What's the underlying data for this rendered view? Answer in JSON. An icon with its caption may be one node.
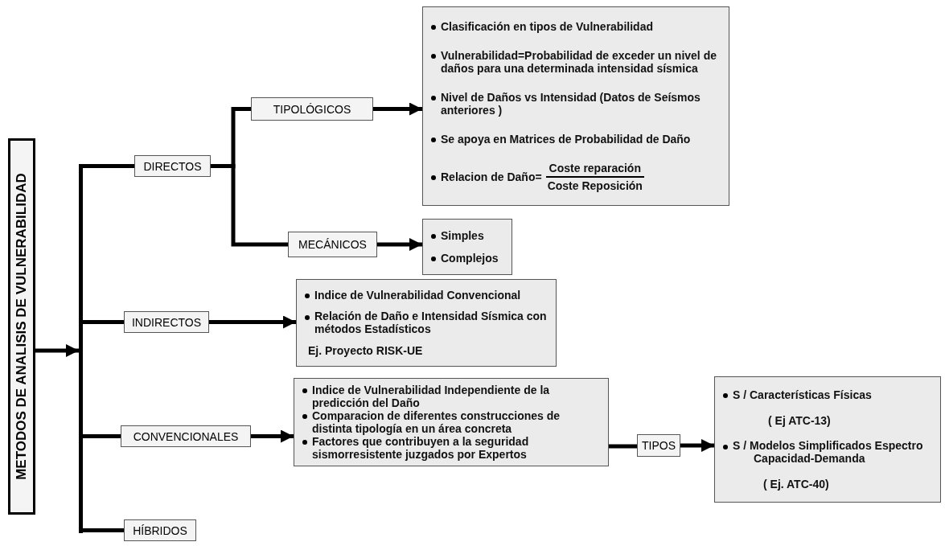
{
  "diagram": {
    "nodes": [
      {
        "text": [
          "METODOS DE ANALISIS DE VULNERABILIDAD"
        ]
      },
      {
        "text": [],
        "shape": "bar"
      },
      {
        "text": [
          "DIRECTOS"
        ]
      },
      {
        "text": [
          "TIPOLÓGICOS"
        ]
      },
      {
        "text": [
          "Clasificación en tipos de Vulnerabilidad",
          "Vulnerabilidad=Probabilidad de exceder un nivel de daños para una determinada intensidad sísmica",
          "Nivel de Daños vs Intensidad (Datos de Seísmos anteriores )",
          "Se apoya en Matrices de Probabilidad de Daño",
          "Relacion de Daño=",
          "Coste reparación",
          "Coste Reposición"
        ]
      },
      {
        "text": [
          "MECÁNICOS"
        ]
      },
      {
        "text": [
          "Simples",
          "Complejos"
        ]
      },
      {
        "text": [
          "INDIRECTOS"
        ]
      },
      {
        "text": [
          "Indice de Vulnerabilidad Convencional",
          "Relación de Daño e Intensidad Sísmica con métodos Estadísticos",
          "Ej. Proyecto RISK-UE"
        ]
      },
      {
        "text": [
          "CONVENCIONALES"
        ]
      },
      {
        "text": [
          "Indice de Vulnerabilidad Independiente de la predicción del Daño",
          "Comparacion de diferentes construcciones de distinta tipología en un área concreta",
          "Factores que contribuyen a la seguridad sismorresistente juzgados por Expertos"
        ]
      },
      {
        "text": [
          "TIPOS"
        ]
      },
      {
        "text": [
          "S / Características Físicas",
          "( Ej ATC-13)",
          "S / Modelos Simplificados Espectro Capacidad-Demanda",
          "( Ej. ATC-40)"
        ]
      },
      {
        "text": [
          "HÍBRIDOS"
        ]
      }
    ],
    "edges": [
      {
        "from": 0,
        "to": 1,
        "arrow": "to"
      },
      {
        "from": 1,
        "to": 2,
        "arrow": "none"
      },
      {
        "from": 1,
        "to": 7,
        "arrow": "none"
      },
      {
        "from": 1,
        "to": 9,
        "arrow": "none"
      },
      {
        "from": 1,
        "to": 13,
        "arrow": "none"
      },
      {
        "from": 2,
        "to": 3,
        "arrow": "none"
      },
      {
        "from": 2,
        "to": 5,
        "arrow": "none"
      },
      {
        "from": 3,
        "to": 4,
        "arrow": "to"
      },
      {
        "from": 5,
        "to": 6,
        "arrow": "to"
      },
      {
        "from": 7,
        "to": 8,
        "arrow": "to"
      },
      {
        "from": 9,
        "to": 10,
        "arrow": "to"
      },
      {
        "from": 10,
        "to": 11,
        "arrow": "none"
      },
      {
        "from": 11,
        "to": 12,
        "arrow": "to"
      }
    ]
  }
}
